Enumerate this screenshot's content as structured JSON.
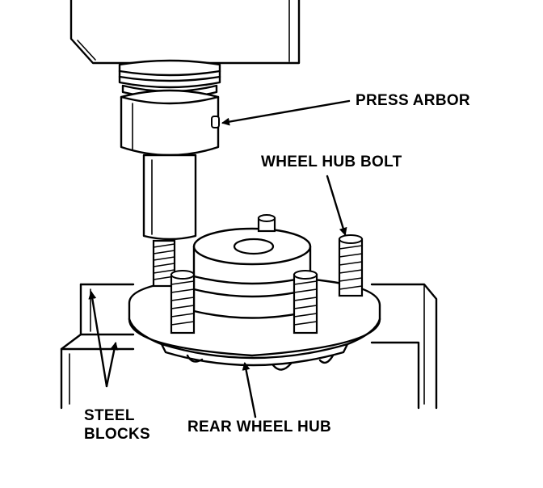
{
  "labels": {
    "press_arbor": "PRESS ARBOR",
    "wheel_hub_bolt": "WHEEL HUB BOLT",
    "steel_blocks_line1": "STEEL",
    "steel_blocks_line2": "BLOCKS",
    "rear_wheel_hub": "REAR WHEEL HUB"
  }
}
